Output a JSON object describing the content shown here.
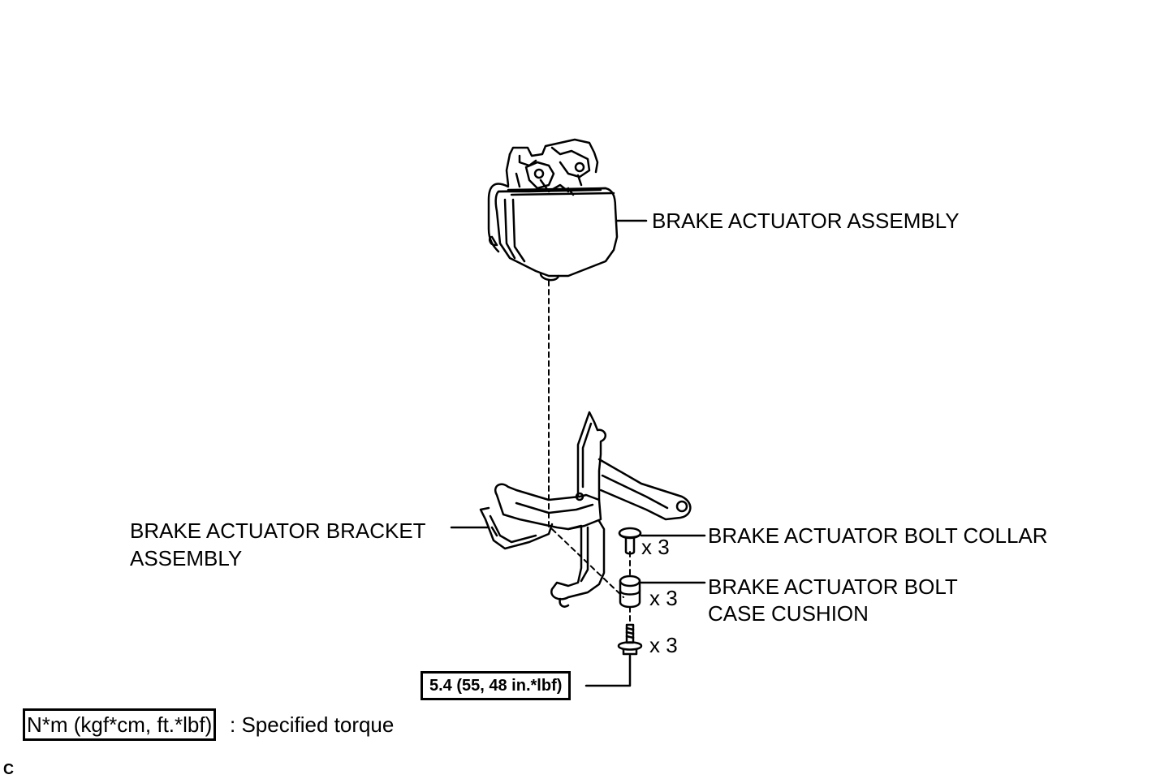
{
  "labels": {
    "actuator_assembly": "BRAKE ACTUATOR ASSEMBLY",
    "bracket_line1": "BRAKE ACTUATOR BRACKET",
    "bracket_line2": "ASSEMBLY",
    "bolt_collar": "BRAKE ACTUATOR BOLT COLLAR",
    "cushion_line1": "BRAKE ACTUATOR BOLT",
    "cushion_line2": "CASE CUSHION"
  },
  "quantities": {
    "collar": "x 3",
    "cushion": "x 3",
    "bolt": "x 3"
  },
  "torque": {
    "value": "5.4 (55, 48 in.*lbf)"
  },
  "legend": {
    "box_text": "N*m (kgf*cm, ft.*lbf)",
    "description": ": Specified torque"
  },
  "corner_code": "C"
}
